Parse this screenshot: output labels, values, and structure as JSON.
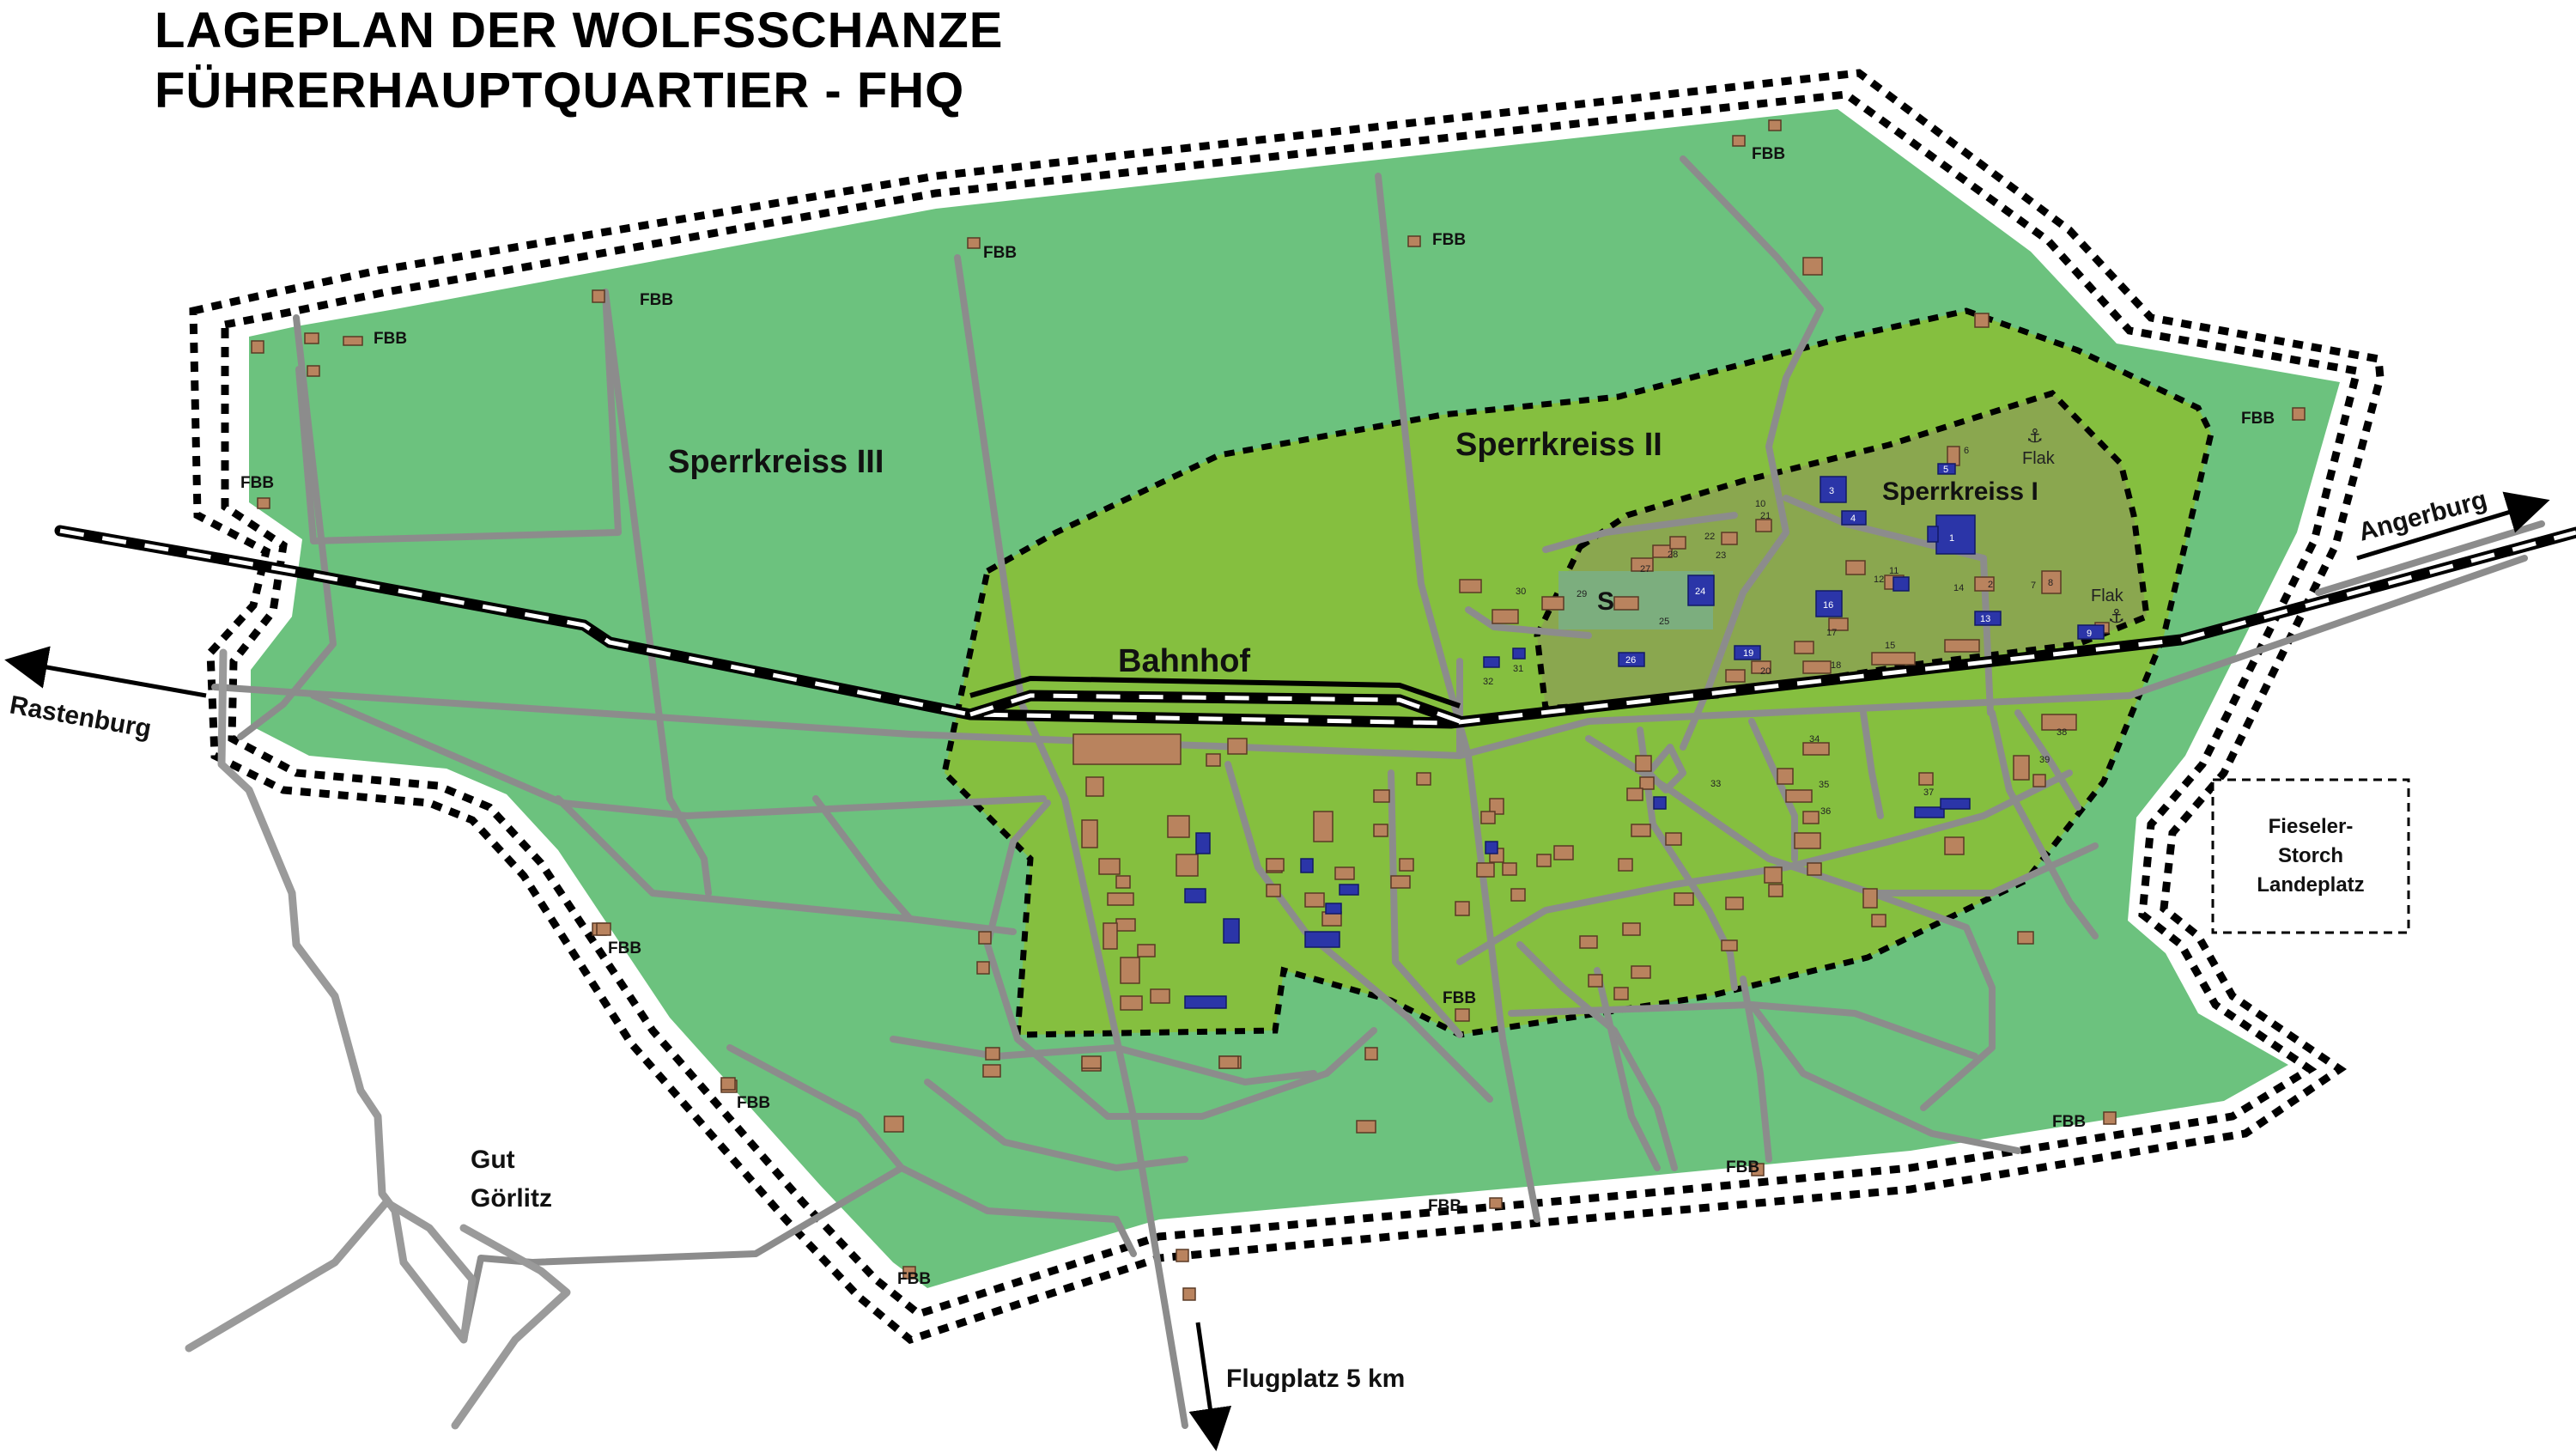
{
  "title": {
    "line1": "LAGEPLAN DER WOLFSSCHANZE",
    "line2": "FÜHRERHAUPTQUARTIER - FHQ"
  },
  "zones": {
    "sperrkreis_3": "Sperrkreiss III",
    "sperrkreis_2": "Sperrkreiss II",
    "sperrkreis_1": "Sperrkreiss I"
  },
  "places": {
    "bahnhof": "Bahnhof",
    "gut_line1": "Gut",
    "gut_line2": "Görlitz",
    "s_label": "S",
    "fieseler_line1": "Fieseler-",
    "fieseler_line2": "Storch",
    "fieseler_line3": "Landeplatz",
    "flak": "Flak"
  },
  "directions": {
    "angerburg": "Angerburg",
    "rastenburg": "Rastenburg",
    "flugplatz": "Flugplatz 5 km"
  },
  "fbb_label": "FBB",
  "building_numbers": [
    "1",
    "2",
    "3",
    "4",
    "5",
    "6",
    "7",
    "8",
    "9",
    "10",
    "11",
    "12",
    "13",
    "14",
    "15",
    "16",
    "17",
    "18",
    "19",
    "20",
    "21",
    "22",
    "23",
    "24",
    "25",
    "26",
    "27",
    "28",
    "29",
    "30",
    "31",
    "32",
    "33",
    "34",
    "35",
    "36",
    "37",
    "38",
    "39"
  ],
  "colors": {
    "outer_zone": "#6cc27e",
    "zone_2": "#85bf3f",
    "zone_1": "#8aa74f",
    "building_brown": "#b9835e",
    "building_blue": "#2b35a8",
    "road": "#8c8c8c"
  }
}
